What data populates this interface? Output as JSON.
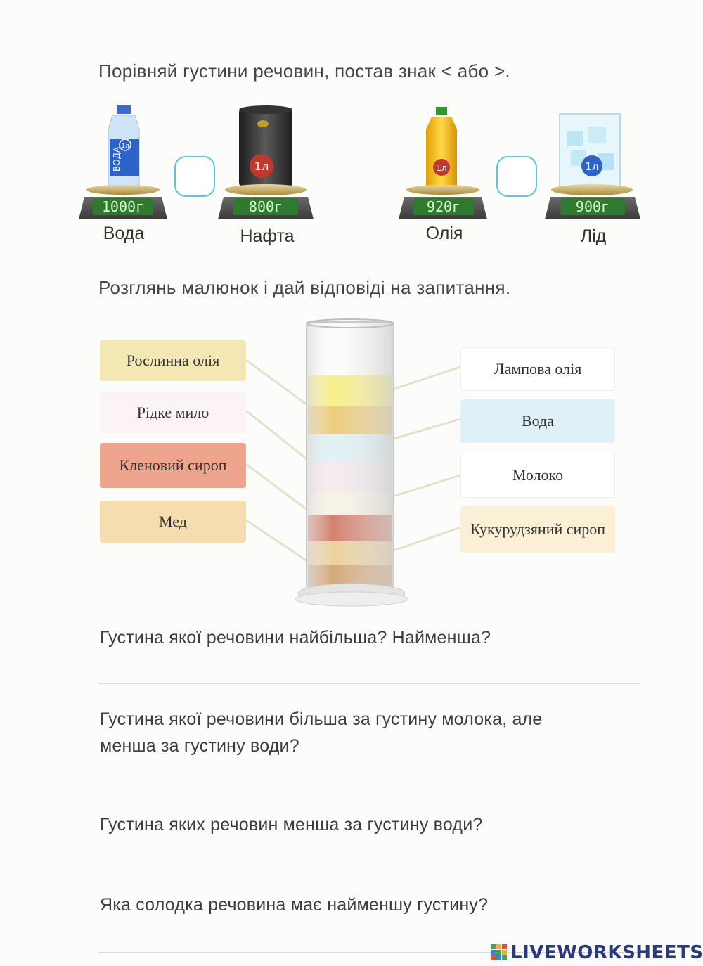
{
  "task1": {
    "instruction": "Порівняй густини речовин, постав знак < або >.",
    "scales": [
      {
        "label": "Вода",
        "reading": "1000г",
        "badge": "1л",
        "bottle_text": "ВОДА"
      },
      {
        "label": "Нафта",
        "reading": "800г",
        "badge": "1л"
      },
      {
        "label": "Олія",
        "reading": "920г",
        "badge": "1л"
      },
      {
        "label": "Лід",
        "reading": "900г",
        "badge": "1л"
      }
    ]
  },
  "task2": {
    "instruction": "Розглянь малюнок і дай відповіді на запитання.",
    "left_labels": [
      "Рослинна олія",
      "Рідке мило",
      "Кленовий сироп",
      "Мед"
    ],
    "right_labels": [
      "Лампова олія",
      "Вода",
      "Молоко",
      "Кукурудзяний сироп"
    ]
  },
  "questions": [
    "Густина якої речовини найбільша? Найменша?",
    "Густина якої речовини більша за густину молока, але менша за густину води?",
    "Густина яких речовин менша за густину води?",
    "Яка солодка речовина має найменшу густину?"
  ],
  "footer": {
    "brand": "LIVEWORKSHEETS"
  },
  "colors": {
    "accent_box": "#5ec6d4",
    "scale_display": "#2f7a2f",
    "brand": "#2b3a78"
  }
}
